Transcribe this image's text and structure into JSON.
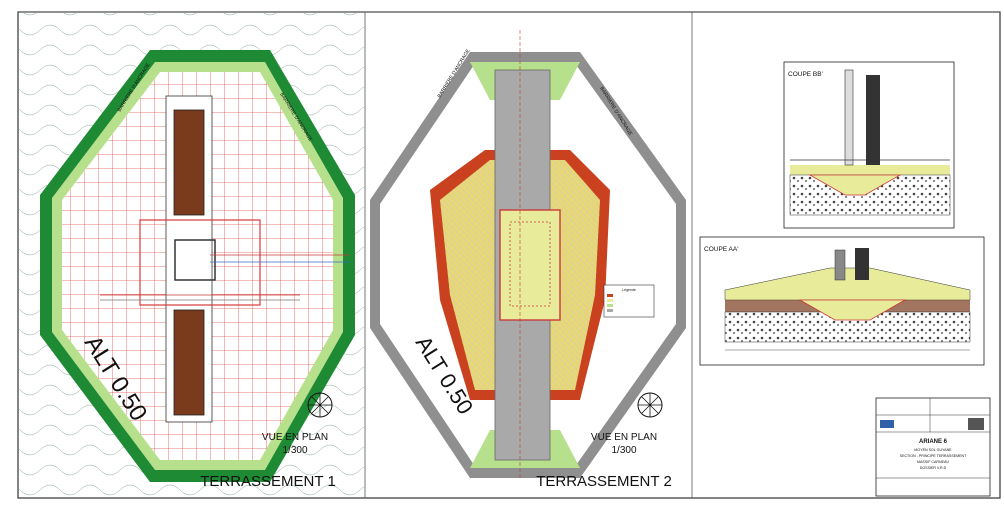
{
  "sheet": {
    "panels": [
      {
        "alt_label": "ALT 0.50",
        "view_title": "VUE EN PLAN",
        "scale": "1/300",
        "title": "TERRASSEMENT 1",
        "barrier_left": "BARRIERE D'ANCRAGE",
        "barrier_right": "BARRIERE D'ANCRAGE"
      },
      {
        "alt_label": "ALT 0.50",
        "view_title": "VUE EN PLAN",
        "scale": "1/300",
        "title": "TERRASSEMENT 2",
        "barrier_left": "BARRIERE D'ANCRAGE",
        "barrier_right": "BARRIERE D'ANCRAGE",
        "legend_title": "Légende"
      }
    ],
    "sections": {
      "bb": "COUPE BB'",
      "aa": "COUPE AA'"
    },
    "cartouche": {
      "project": "ARIANE 6",
      "line1": "MOYEN SOL GUYANE",
      "line2": "SECTION - PRINCIPE TERRASSEMENT",
      "line3": "MASSIF CARNEAU",
      "line4": "DOSSIER V.R.D"
    },
    "colors": {
      "green_dark": "#1e8a34",
      "green_light": "#b7e08c",
      "yellow": "#e8ec9a",
      "red_fill": "#c9411e",
      "grey": "#a9a9a9",
      "brown": "#7a3b1d"
    }
  }
}
